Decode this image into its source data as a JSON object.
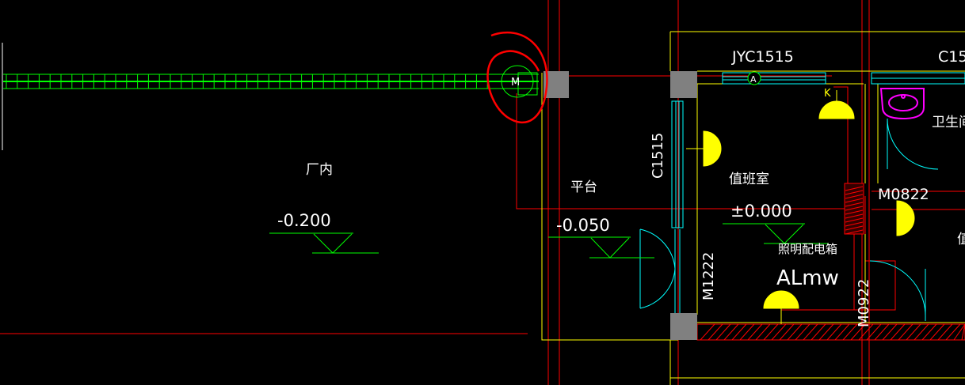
{
  "colors": {
    "background": "#000000",
    "wall": "#ffff00",
    "gridline": "#ff0000",
    "window": "#00ffff",
    "pipe": "#00ff00",
    "text": "#ffffff",
    "lamp": "#ffff00",
    "sink": "#ff00ff",
    "column": "#808080",
    "hatch": "#ff0000",
    "annotation": "#ff0000"
  },
  "labels": {
    "factory_interior": "厂内",
    "platform": "平台",
    "duty_room": "值班室",
    "restroom": "卫生间",
    "lighting_box": "照明配电箱",
    "lighting_box_code": "ALmw",
    "window_top": "JYC1515",
    "window_top_right": "C15",
    "window_left": "C1515",
    "door_m0822": "M0822",
    "door_m1222": "M1222",
    "door_m0922": "M0922",
    "partial_right": "值"
  },
  "elevations": {
    "factory": "-0.200",
    "platform": "-0.050",
    "duty_room": "±0.000"
  },
  "symbols": {
    "pipe_node": "M",
    "window_marker": "A",
    "lamp_tag": "K"
  }
}
